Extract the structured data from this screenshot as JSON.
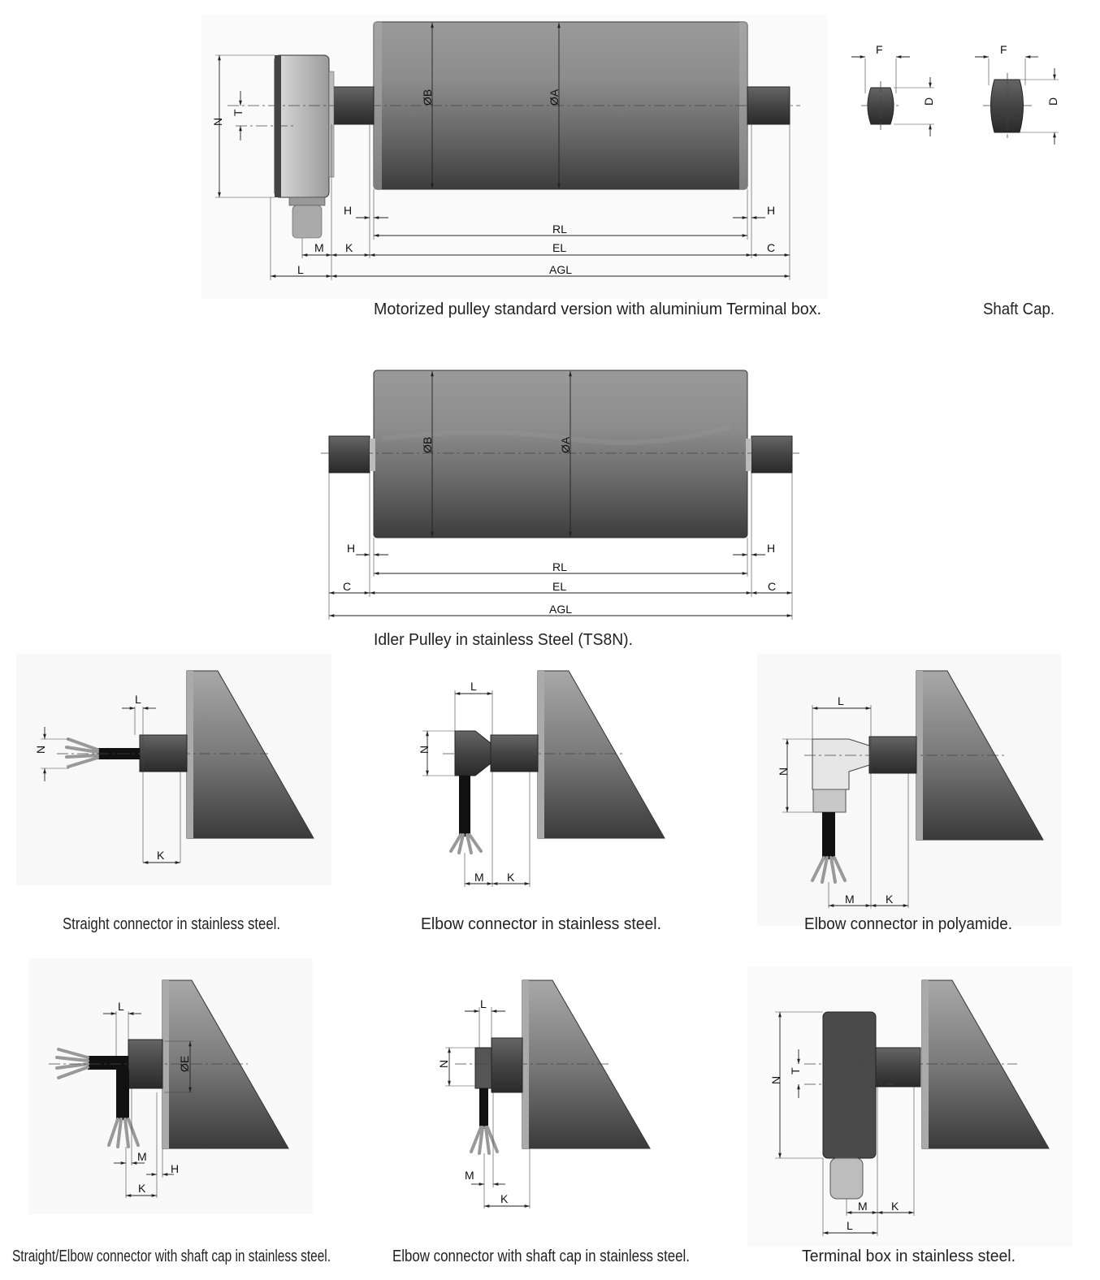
{
  "figures": {
    "motorized": {
      "caption": "Motorized pulley standard version with aluminium Terminal box.",
      "labels": {
        "N": "N",
        "T": "T",
        "B": "ØB",
        "A": "ØA",
        "H1": "H",
        "H2": "H",
        "RL": "RL",
        "M": "M",
        "K": "K",
        "EL": "EL",
        "C": "C",
        "L": "L",
        "AGL": "AGL"
      }
    },
    "shaft_cap": {
      "caption": "Shaft Cap.",
      "labels": {
        "F1": "F",
        "D1": "D",
        "F2": "F",
        "D2": "D"
      }
    },
    "idler": {
      "caption": "Idler Pulley in stainless Steel (TS8N).",
      "labels": {
        "B": "ØB",
        "A": "ØA",
        "H1": "H",
        "H2": "H",
        "RL": "RL",
        "C1": "C",
        "EL": "EL",
        "C2": "C",
        "AGL": "AGL"
      }
    },
    "straight_connector": {
      "caption": "Straight connector in stainless steel.",
      "labels": {
        "L": "L",
        "N": "N",
        "K": "K"
      }
    },
    "elbow_ss": {
      "caption": "Elbow connector in stainless steel.",
      "labels": {
        "L": "L",
        "N": "N",
        "M": "M",
        "K": "K"
      }
    },
    "elbow_pa": {
      "caption": "Elbow connector in polyamide.",
      "labels": {
        "L": "L",
        "N": "N",
        "M": "M",
        "K": "K"
      }
    },
    "straight_elbow_cap": {
      "caption": "Straight/Elbow connector with shaft cap in stainless steel.",
      "labels": {
        "L": "L",
        "E": "ØE",
        "M": "M",
        "H": "H",
        "K": "K"
      }
    },
    "elbow_cap": {
      "caption": "Elbow connector with shaft cap in stainless steel.",
      "labels": {
        "L": "L",
        "N": "N",
        "M": "M",
        "K": "K"
      }
    },
    "terminal_box_ss": {
      "caption": "Terminal box in stainless steel.",
      "labels": {
        "N": "N",
        "T": "T",
        "M": "M",
        "K": "K",
        "L": "L"
      }
    }
  }
}
